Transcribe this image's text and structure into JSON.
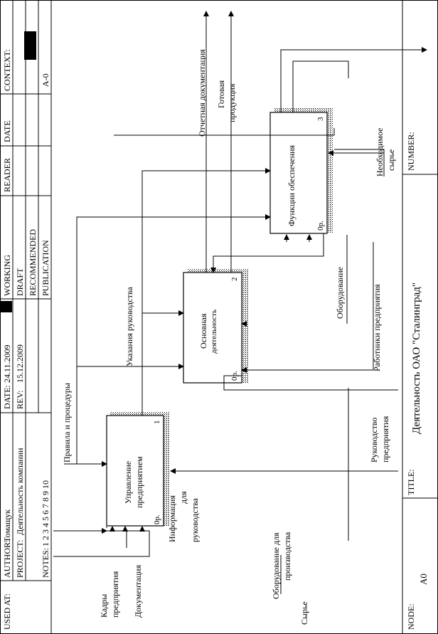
{
  "header": {
    "used_at": "USED AT:",
    "author_label": "AUTHOR:",
    "author": "Томащук",
    "date_label": "DATE:",
    "date": "24.11.2009",
    "project_label": "PROJECT:",
    "project": "Деятельность компании",
    "rev_label": "REV:",
    "rev": "15.12.2009",
    "notes_label": "NOTES:",
    "notes_numbers": "1  2  3  4  5  6  7  8  9  10",
    "working": "WORKING",
    "draft": "DRAFT",
    "recommended": "RECOMMENDED",
    "publication": "PUBLICATION",
    "reader": "READER",
    "date2": "DATE",
    "context": "CONTEXT:",
    "context_node": "A-0"
  },
  "footer": {
    "node_label": "NODE:",
    "node": "A0",
    "title_label": "TITLE:",
    "title": "Деятельность ОАО \"Сталинград\"",
    "number_label": "NUMBER:"
  },
  "boxes": [
    {
      "line1": "Управление",
      "line2": "предприятием",
      "num": "1",
      "cost": "0р."
    },
    {
      "line1": "Основная",
      "line2": "деятельность",
      "num": "2",
      "cost": "0р."
    },
    {
      "line1": "Функции обеспечения",
      "line2": "",
      "num": "3",
      "cost": "0р."
    }
  ],
  "arrows": {
    "kadry_1": "Кадры",
    "kadry_2": "предприятия",
    "documentation": "Документация",
    "info_1": "Информация",
    "info_2": "для",
    "info_3": "руководства",
    "rules": "Правила и процедуры",
    "directives": "Указания руководства",
    "report_docs": "Отчетная документация",
    "product_1": "Готовая",
    "product_2": "продукция",
    "equip_prod_1": "Оборудование для",
    "equip_prod_2": "производства",
    "raw": "Сырье",
    "management_1": "Руководство",
    "management_2": "предприятия",
    "workers": "Работники предприятия",
    "equipment": "Оборудование",
    "needed_raw_1": "Необходимое",
    "needed_raw_2": "сырье"
  }
}
